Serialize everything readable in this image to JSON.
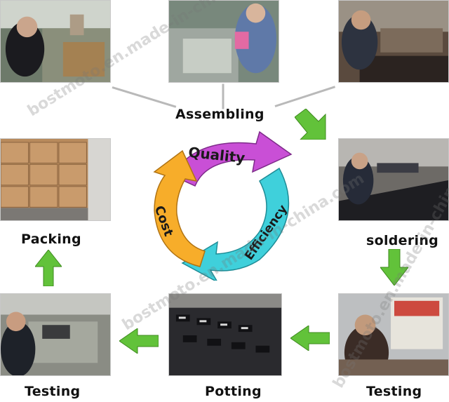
{
  "stages": {
    "assembling": "Assembling",
    "soldering": "soldering",
    "testing_right": "Testing",
    "potting": "Potting",
    "testing_left": "Testing",
    "packing": "Packing"
  },
  "cycle": {
    "quality": "Quality",
    "efficiency": "Efficiency",
    "cost": "Cost"
  },
  "watermark": "bostmoto.en.made-in-china.com",
  "colors": {
    "quality": "#c94fd6",
    "efficiency": "#3fd0db",
    "cost": "#f7ad2a",
    "flow_arrow": "#62c23a"
  }
}
